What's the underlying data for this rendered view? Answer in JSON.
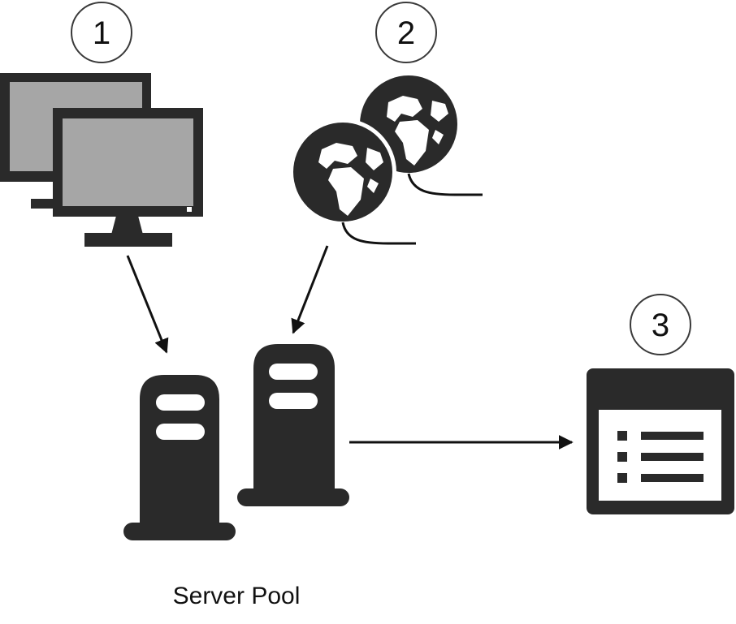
{
  "badges": {
    "clients": "1",
    "internet": "2",
    "output": "3"
  },
  "caption": {
    "server_pool": "Server Pool"
  },
  "icons": {
    "clients": "desktop-computers-icon",
    "internet": "globes-icon",
    "servers": "server-tower-icon",
    "output": "list-window-icon"
  },
  "colors": {
    "icon_fill": "#2a2a2a",
    "screen": "#a6a6a6",
    "outline": "#3a3a3a",
    "background": "#ffffff"
  }
}
